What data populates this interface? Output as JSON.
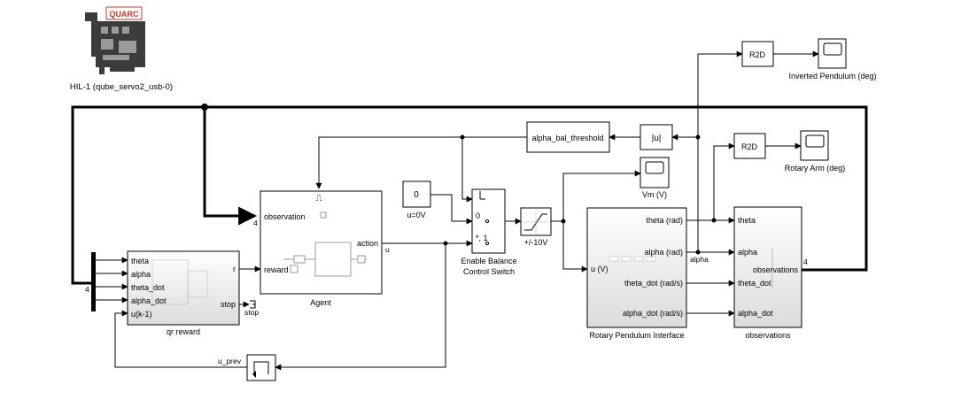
{
  "hil": {
    "logo_text": "QUARC",
    "caption": "HIL-1 (qube_servo2_usb-0)"
  },
  "blocks": {
    "agent": {
      "name": "Agent",
      "in_observation": "observation",
      "in_reward": "reward",
      "out_action": "action",
      "trigger_symbol": "⎍"
    },
    "qr_reward": {
      "name": "qr reward",
      "inputs": [
        "theta",
        "alpha",
        "theta_dot",
        "alpha_dot",
        "u(k-1)"
      ],
      "out_r": "r",
      "out_stop": "stop"
    },
    "stop": {
      "label": "stop"
    },
    "const_zero": {
      "value": "0",
      "caption": "u=0V"
    },
    "switch": {
      "name_line1": "Enable Balance",
      "name_line2": "Control Switch",
      "in_mid": "0",
      "in_bot": "*, 1"
    },
    "saturation": {
      "caption": "+/-10V"
    },
    "threshold": {
      "label": "alpha_bal_threshold"
    },
    "abs": {
      "label": "|u|"
    },
    "r2d_top": {
      "label": "R2D"
    },
    "r2d_mid": {
      "label": "R2D"
    },
    "scope_inverted": {
      "caption": "Inverted Pendulum (deg)"
    },
    "scope_arm": {
      "caption": "Rotary Arm (deg)"
    },
    "scope_vm": {
      "caption": "Vm (V)"
    },
    "interface": {
      "name": "Rotary Pendulum Interface",
      "in_u": "u (V)",
      "outs": [
        "theta (rad)",
        "alpha (rad)",
        "theta_dot (rad/s)",
        "alpha_dot (rad/s)"
      ]
    },
    "observations": {
      "name": "observations",
      "inputs": [
        "theta",
        "alpha",
        "theta_dot",
        "alpha_dot"
      ],
      "out": "observations"
    },
    "memory": {
      "caption": "u_prev"
    }
  },
  "signals": {
    "u": "u",
    "alpha": "alpha",
    "width_obs_in": "4",
    "width_obs_out": "4",
    "width_bus": "4"
  }
}
